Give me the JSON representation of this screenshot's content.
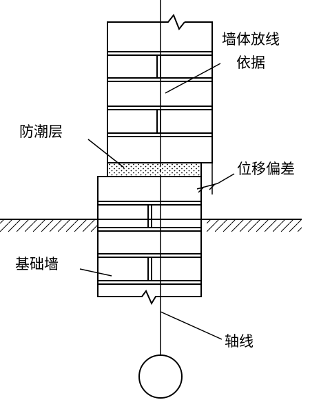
{
  "labels": {
    "wall_layout_basis": "墙体放线依据",
    "damp_proof_course": "防潮层",
    "displacement_deviation": "位移偏差",
    "foundation_wall": "基础墙",
    "axis": "轴线"
  }
}
